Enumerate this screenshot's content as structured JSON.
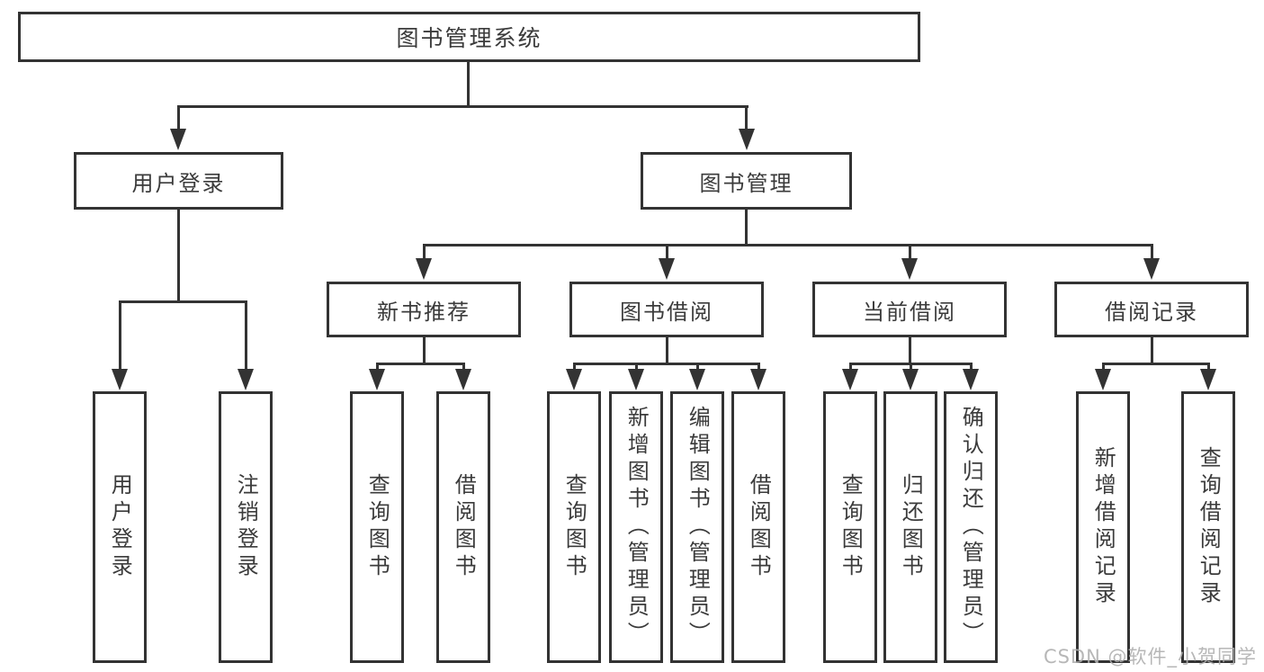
{
  "diagram": {
    "root": {
      "label": "图书管理系统"
    },
    "branches": [
      {
        "label": "用户登录",
        "children": [
          "用户登录",
          "注销登录"
        ]
      },
      {
        "label": "图书管理",
        "sections": [
          {
            "label": "新书推荐",
            "children": [
              "查询图书",
              "借阅图书"
            ]
          },
          {
            "label": "图书借阅",
            "children": [
              "查询图书",
              "新增图书（管理员）",
              "编辑图书（管理员）",
              "借阅图书"
            ]
          },
          {
            "label": "当前借阅",
            "children": [
              "查询图书",
              "归还图书",
              "确认归还（管理员）"
            ]
          },
          {
            "label": "借阅记录",
            "children": [
              "新增借阅记录",
              "查询借阅记录"
            ]
          }
        ]
      }
    ]
  },
  "watermark": {
    "text": "CSDN @软件_小贺同学"
  },
  "colors": {
    "line": "#333333",
    "text": "#3b3b3b",
    "watermark": "#b0b0b0",
    "background": "#ffffff"
  }
}
